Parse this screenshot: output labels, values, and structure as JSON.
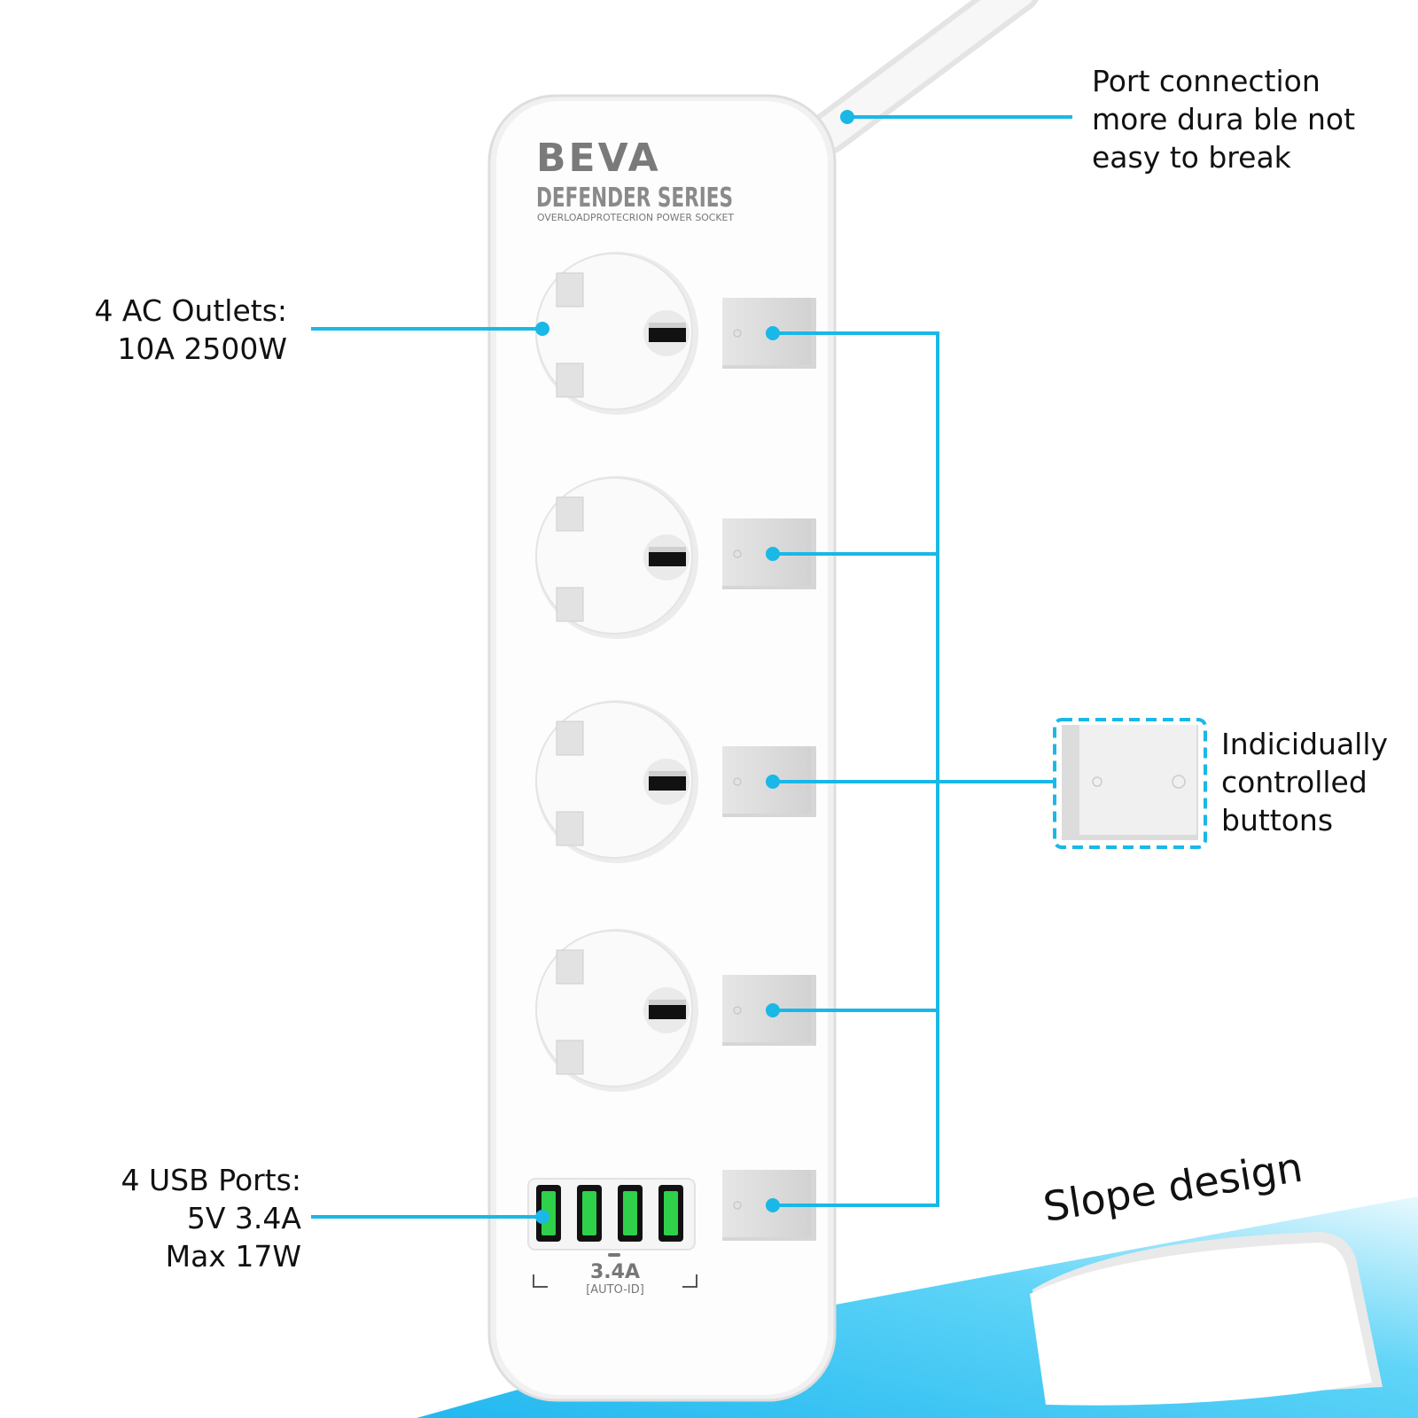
{
  "brand": {
    "name": "BEVA",
    "series": "DEFENDER SERIES",
    "tagline": "OVERLOADPROTECRION POWER SOCKET"
  },
  "usb_panel": {
    "current": "3.4A",
    "mode": "[AUTO-ID]"
  },
  "callouts": {
    "port_connection": [
      "Port connection",
      "more dura ble not",
      "easy to break"
    ],
    "ac_outlets": [
      "4 AC Outlets:",
      "10A 2500W"
    ],
    "buttons": [
      "Indicidually",
      "controlled",
      "buttons"
    ],
    "usb_ports": [
      "4 USB Ports:",
      "5V 3.4A",
      "Max 17W"
    ],
    "slope": "Slope design"
  },
  "colors": {
    "accent": "#1ab8e6",
    "usb_green": "#2fd04a",
    "body": "#ffffff",
    "slope_bg": "#39c8f2"
  },
  "counts": {
    "ac_outlets": 4,
    "usb_ports": 4,
    "switches": 5
  }
}
